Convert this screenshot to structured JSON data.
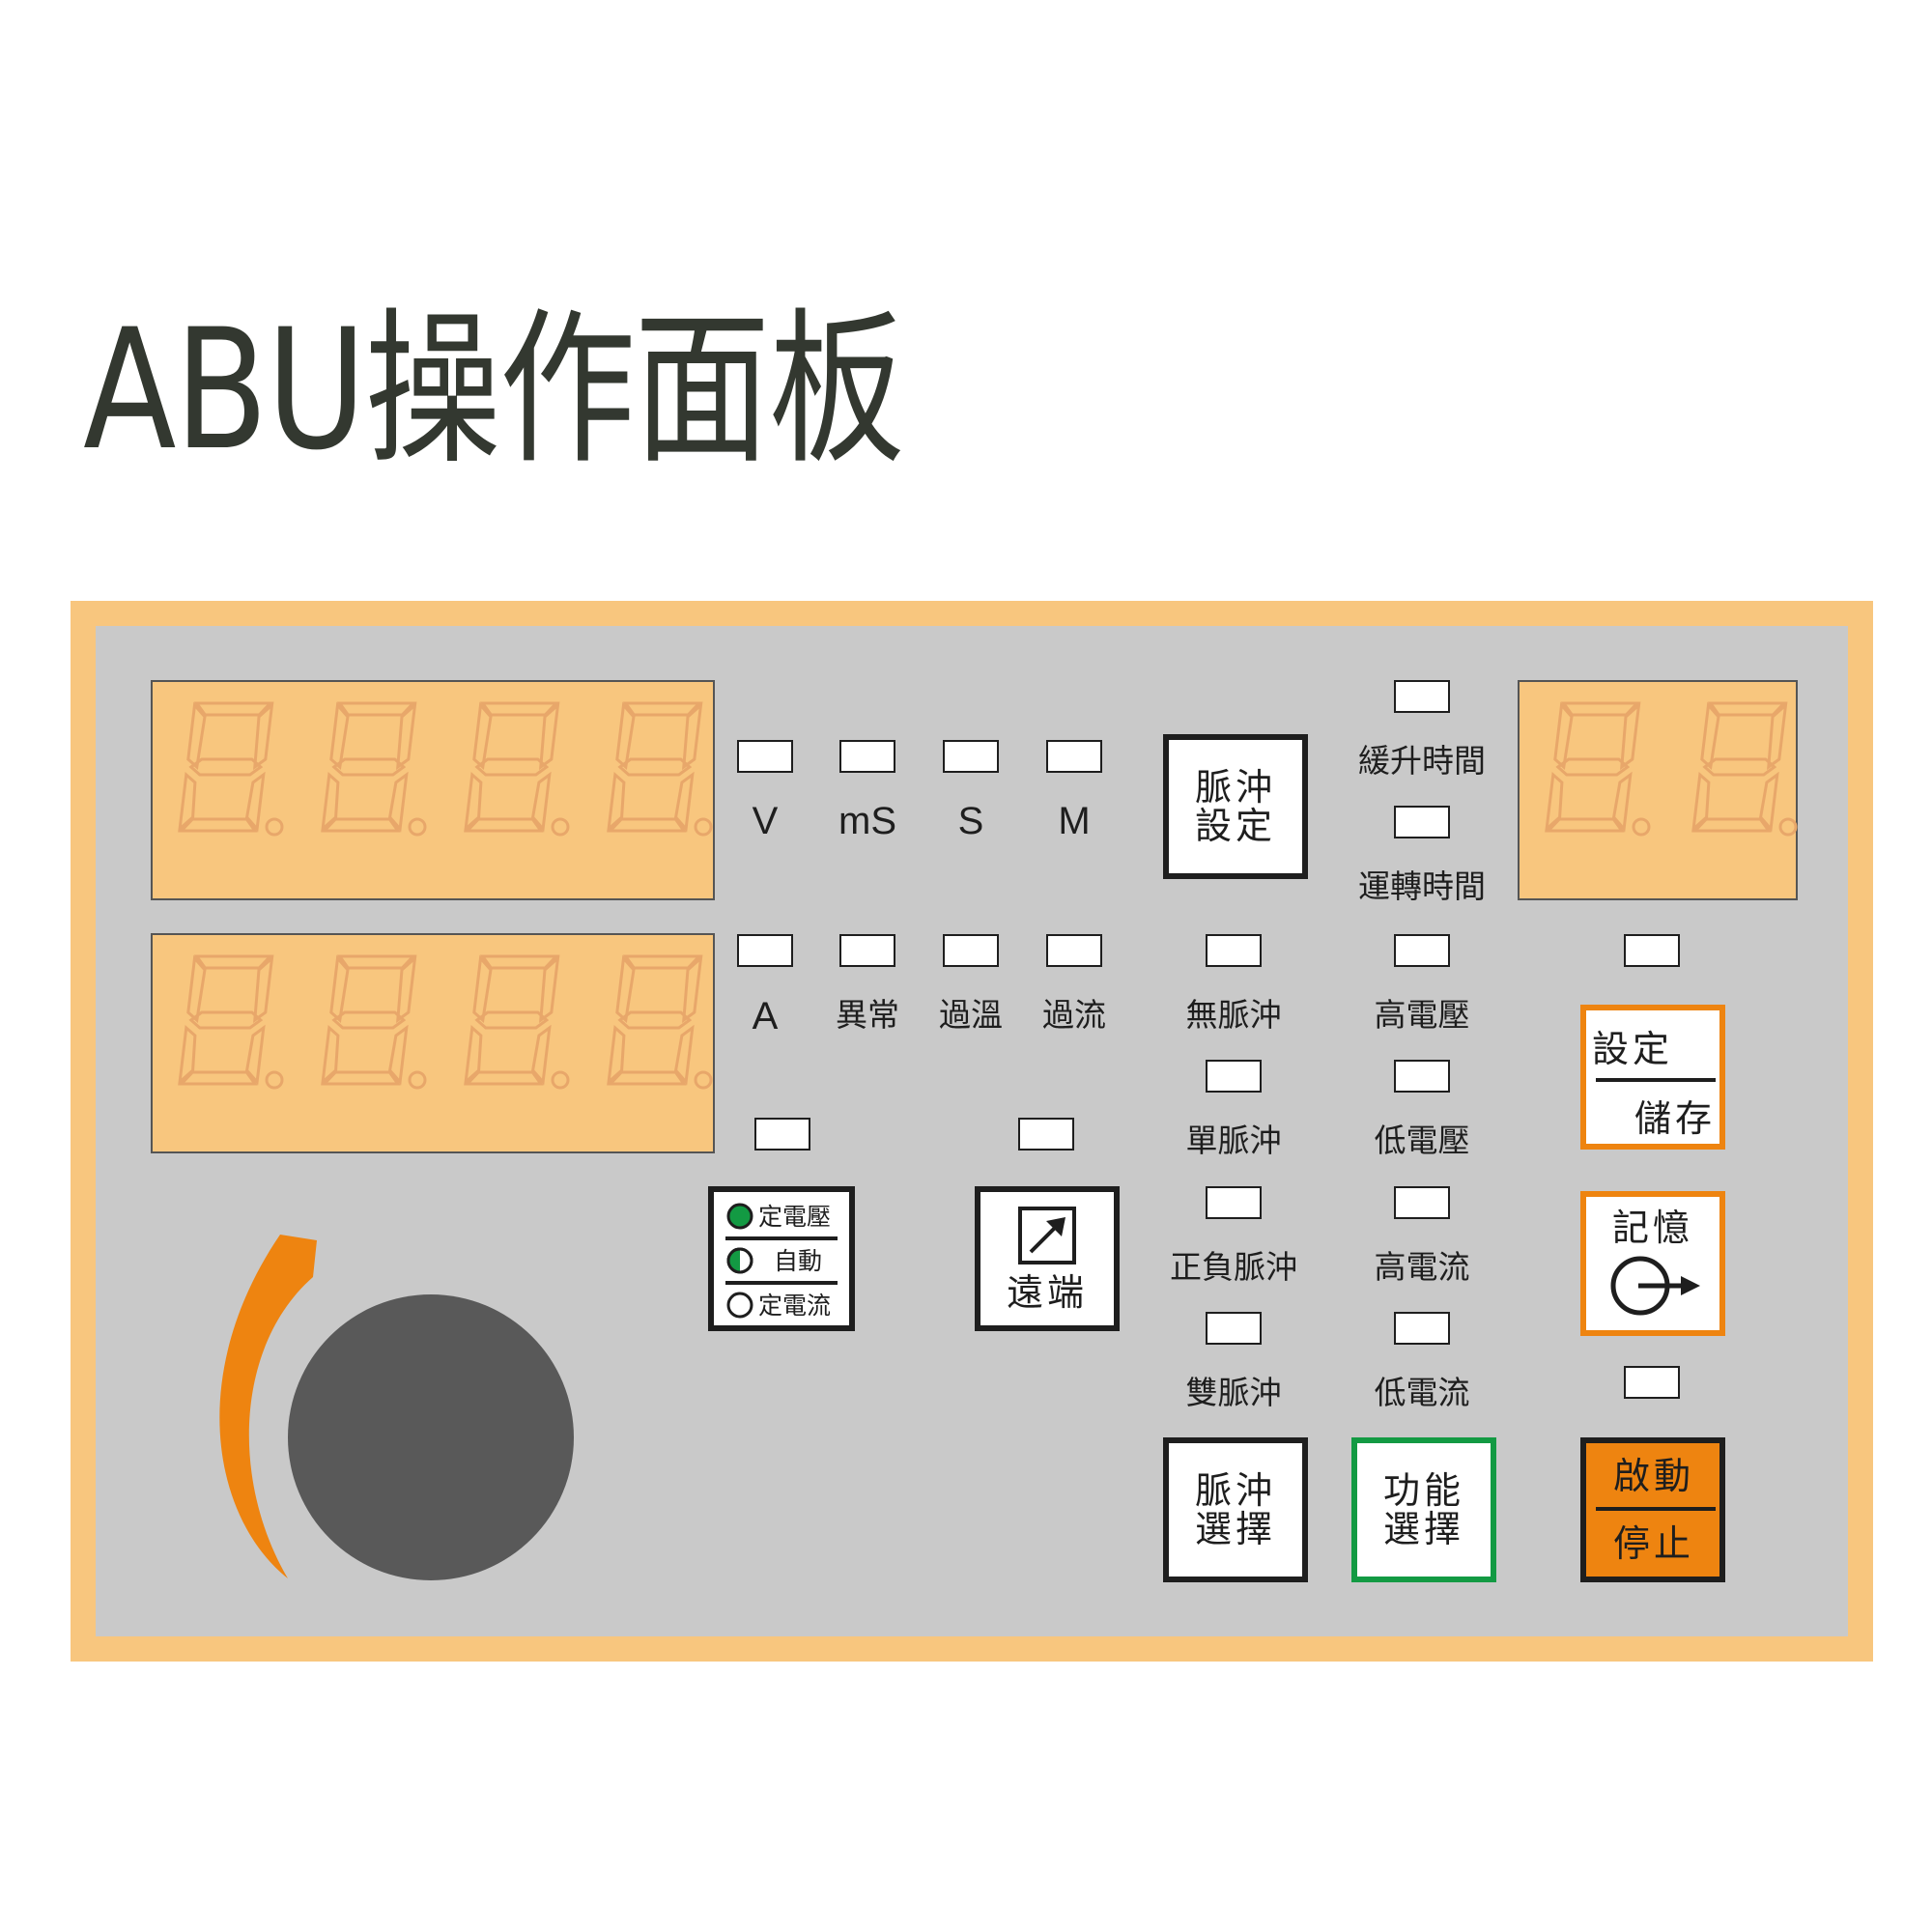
{
  "title": "ABU操作面板",
  "colors": {
    "frame": "#f8c67e",
    "panel": "#c9c9c9",
    "display": "#f8c67e",
    "segment": "#e8a76a",
    "knob": "#595959",
    "arc": "#ee8410",
    "green_border": "#139a43",
    "orange": "#ee8410"
  },
  "unit_labels_top": [
    "V",
    "mS",
    "S",
    "M"
  ],
  "status_labels": [
    "A",
    "異常",
    "過溫",
    "過流"
  ],
  "pulse_modes": [
    "無脈沖",
    "單脈沖",
    "正負脈沖",
    "雙脈沖"
  ],
  "function_items": [
    "緩升時間",
    "運轉時間",
    "高電壓",
    "低電壓",
    "高電流",
    "低電流"
  ],
  "buttons": {
    "pulse_setting": [
      "脈沖",
      "設定"
    ],
    "pulse_select": [
      "脈沖",
      "選擇"
    ],
    "function_select": [
      "功能",
      "選擇"
    ],
    "set_top": "設定",
    "set_bottom": "儲存",
    "memory": "記憶",
    "start_top": "啟動",
    "start_bottom": "停止",
    "remote": "遠端"
  },
  "control_mode": {
    "options": [
      "定電壓",
      "自動",
      "定電流"
    ],
    "icons": [
      "filled-circle-icon",
      "half-circle-icon",
      "empty-circle-icon"
    ]
  },
  "icons": {
    "remote": "arrow-up-right-icon",
    "memory": "circle-arrow-icon",
    "knob_arc": "orange-arc-icon"
  }
}
